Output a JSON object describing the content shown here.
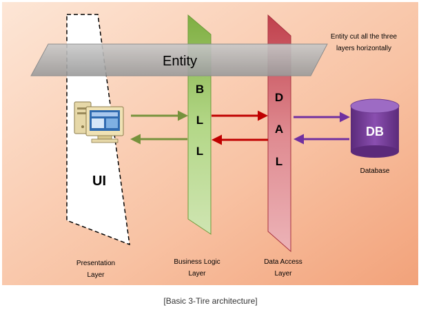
{
  "diagram": {
    "entity_label": "Entity",
    "ui_label": "UI",
    "bll_letters": [
      "B",
      "L",
      "L"
    ],
    "dal_letters": [
      "D",
      "A",
      "L"
    ],
    "db_label": "DB",
    "database_label": "Database",
    "entity_note_line1": "Entity cut all the three",
    "entity_note_line2": "layers horizontally",
    "presentation_line1": "Presentation",
    "presentation_line2": "Layer",
    "business_line1": "Business Logic",
    "business_line2": "Layer",
    "dataaccess_line1": "Data Access",
    "dataaccess_line2": "Layer"
  },
  "caption": "[Basic 3-Tire architecture]",
  "colors": {
    "background_gradient_start": "#fbd9c4",
    "background_gradient_end": "#f2a27a",
    "green_arrow": "#76923c",
    "red_arrow": "#c00000",
    "purple_arrow": "#7030a0",
    "bll_panel": "#9bc75a",
    "dal_panel": "#d86a72",
    "db_cylinder": "#7b3f9e",
    "entity_band": "#a6a6a6"
  }
}
